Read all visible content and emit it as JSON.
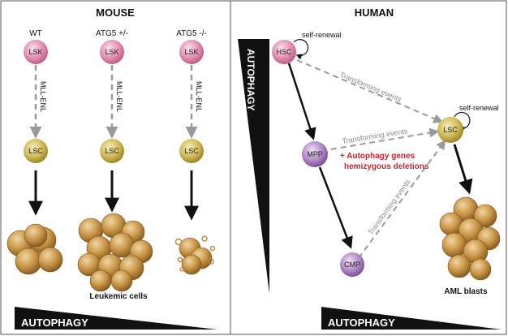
{
  "mouse": {
    "title": "MOUSE",
    "genotypes": [
      "WT",
      "ATG5 +/-",
      "ATG5 -/-"
    ],
    "top_cell": "LSK",
    "transform_label": "MLL-ENL",
    "bottom_cell": "LSC",
    "leukemic_label": "Leukemic cells",
    "autophagy_label": "AUTOPHAGY"
  },
  "human": {
    "title": "HUMAN",
    "autophagy_vertical": "AUTOPHAGY",
    "hsc": "HSC",
    "mpp": "MPP",
    "cmp": "CMP",
    "lsc": "LSC",
    "self_renewal_hsc": "self-renewal",
    "self_renewal_lsc": "self-renewal",
    "transforming_1": "Transforming events",
    "transforming_2": "Transforming events",
    "transforming_3": "Transforming events",
    "gene_note_line1": "+ Autophagy genes",
    "gene_note_line2": "hemizygous deletions",
    "aml_label": "AML blasts",
    "autophagy_label": "AUTOPHAGY"
  },
  "colors": {
    "lsk_pink": "#d9739a",
    "lsc_gold": "#c6ac3a",
    "mpp_purple": "#9d72b6",
    "cell_brown": "#b8883e",
    "gene_red": "#c6242e",
    "dash_grey": "#9a9a9a"
  }
}
